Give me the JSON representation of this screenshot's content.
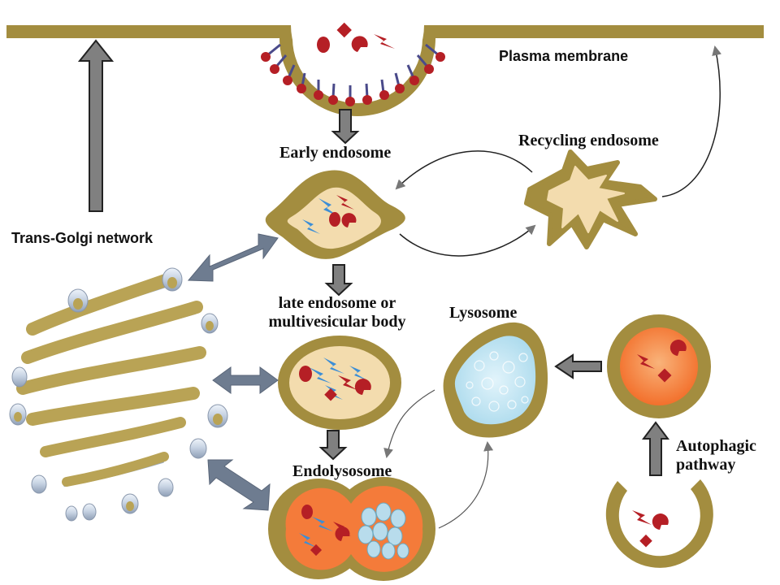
{
  "labels": {
    "plasma_membrane": "Plasma membrane",
    "trans_golgi": "Trans-Golgi network",
    "early_endosome": "Early endosome",
    "recycling_endosome": "Recycling endosome",
    "late_endosome_line1": "late endosome or",
    "late_endosome_line2": "multivesicular body",
    "lysosome": "Lysosome",
    "endolysosome": "Endolysosome",
    "autophagic_line1": "Autophagic",
    "autophagic_line2": "pathway"
  },
  "colors": {
    "membrane": "#a38d3f",
    "lumen": "#f3dcae",
    "cargo_red": "#b51f25",
    "cargo_blue": "#3c8ed6",
    "lysosome_fill": "#bfe4f1",
    "endolysosome_fill": "#f47b3a",
    "arrow_gray": "#6b6b6b",
    "arrow_blue_gray": "#6e7c90",
    "receptor_stem": "#4a4a8a"
  }
}
